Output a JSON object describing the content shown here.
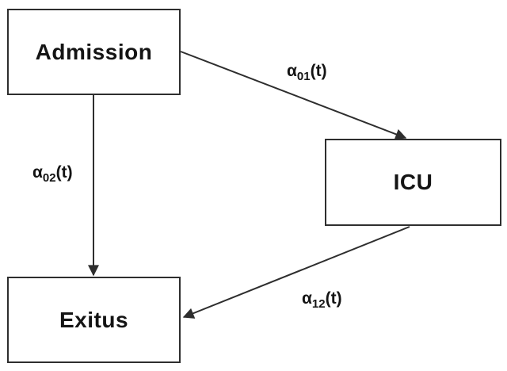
{
  "colors": {
    "background": "#ffffff",
    "box_fill": "#ffffff",
    "line": "#2e2e2e",
    "text": "#141414"
  },
  "nodes": [
    {
      "id": "admission",
      "label": "Admission"
    },
    {
      "id": "icu",
      "label": "ICU"
    },
    {
      "id": "exitus",
      "label": "Exitus"
    }
  ],
  "transitions": [
    {
      "id": "a01",
      "symbol": "α",
      "subscript": "01",
      "suffix": "(t)",
      "from": "Admission",
      "to": "ICU"
    },
    {
      "id": "a02",
      "symbol": "α",
      "subscript": "02",
      "suffix": "(t)",
      "from": "Admission",
      "to": "Exitus"
    },
    {
      "id": "a12",
      "symbol": "α",
      "subscript": "12",
      "suffix": "(t)",
      "from": "ICU",
      "to": "Exitus"
    }
  ]
}
